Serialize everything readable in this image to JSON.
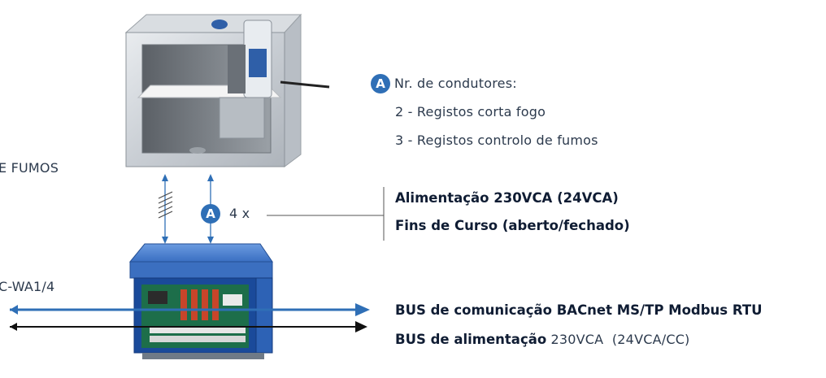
{
  "left_cut": {
    "label_1": "E FUMOS",
    "label_2": "C-WA1/4"
  },
  "conductors": {
    "badge": "A",
    "title": "Nr. de condutores:",
    "items": [
      "2 - Registos corta fogo",
      "3 - Registos controlo de fumos"
    ]
  },
  "connection": {
    "badge": "A",
    "count": "4 x",
    "lines": [
      "Alimentação 230VCA (24VCA)",
      "Fins de Curso (aberto/fechado)"
    ]
  },
  "bus": {
    "communication": "BUS de comunicação BACnet MS/TP Modbus RTU",
    "power_bold": "BUS de alimentação",
    "power_rest": " 230VCA  (24VCA/CC)"
  },
  "colors": {
    "accent": "#2f6fb6",
    "bus_comm_arrow": "#2f6fb6",
    "bus_power_arrow": "#111111"
  }
}
